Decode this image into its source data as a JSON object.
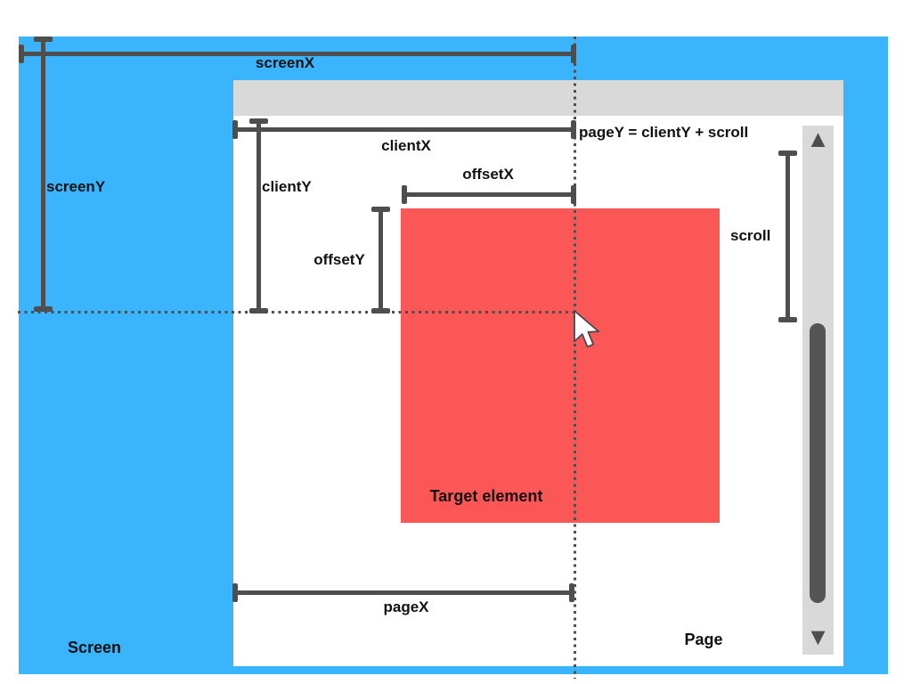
{
  "colors": {
    "screen_blue": "#3ab5fd",
    "target_red": "#fc5757",
    "chrome_gray": "#d9d9d9",
    "line_dark": "#4e4e4e"
  },
  "areas": {
    "screen_label": "Screen",
    "page_label": "Page",
    "target_label": "Target element"
  },
  "measurements": {
    "screenX": "screenX",
    "screenY": "screenY",
    "clientX": "clientX",
    "clientY": "clientY",
    "offsetX": "offsetX",
    "offsetY": "offsetY",
    "pageX": "pageX",
    "pageY_formula": "pageY = clientY + scroll",
    "scroll": "scroll"
  },
  "icons": {
    "scroll_up": "▲",
    "scroll_down": "▼"
  }
}
